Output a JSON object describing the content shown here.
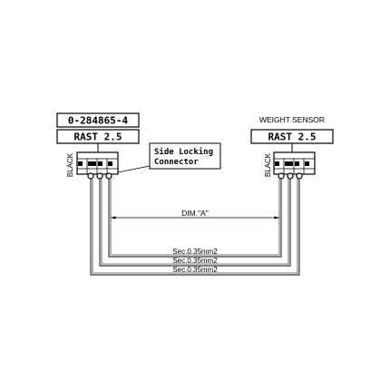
{
  "left_connector": {
    "part_number": "0-284865-4",
    "type_label": "RAST 2.5",
    "side_label": "BLACK"
  },
  "right_connector": {
    "title": "WEIGHT SENSOR",
    "type_label": "RAST 2.5",
    "side_label": "BLACK"
  },
  "callout": {
    "line1": "Side Locking",
    "line2": "Connector"
  },
  "dimension": {
    "label": "DIM.\"A\""
  },
  "wires": [
    {
      "label": "Sec.0.35mm2"
    },
    {
      "label": "Sec.0.35mm2"
    },
    {
      "label": "Sec.0.35mm2"
    }
  ]
}
